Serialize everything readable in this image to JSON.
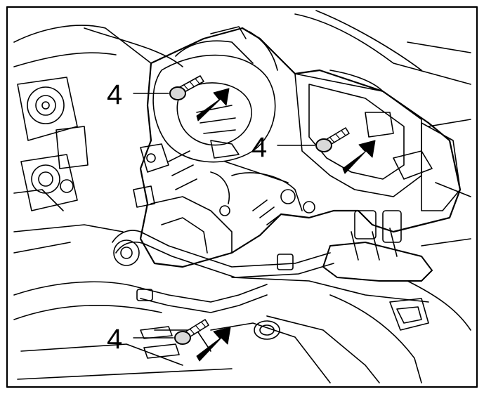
{
  "callouts": [
    {
      "label": "4"
    },
    {
      "label": "4"
    },
    {
      "label": "4"
    }
  ],
  "colors": {
    "ink": "#000000",
    "paper": "#ffffff",
    "fill_grey": "#d9d9d9"
  },
  "icons": [
    "bolt-icon",
    "arrow-icon"
  ]
}
